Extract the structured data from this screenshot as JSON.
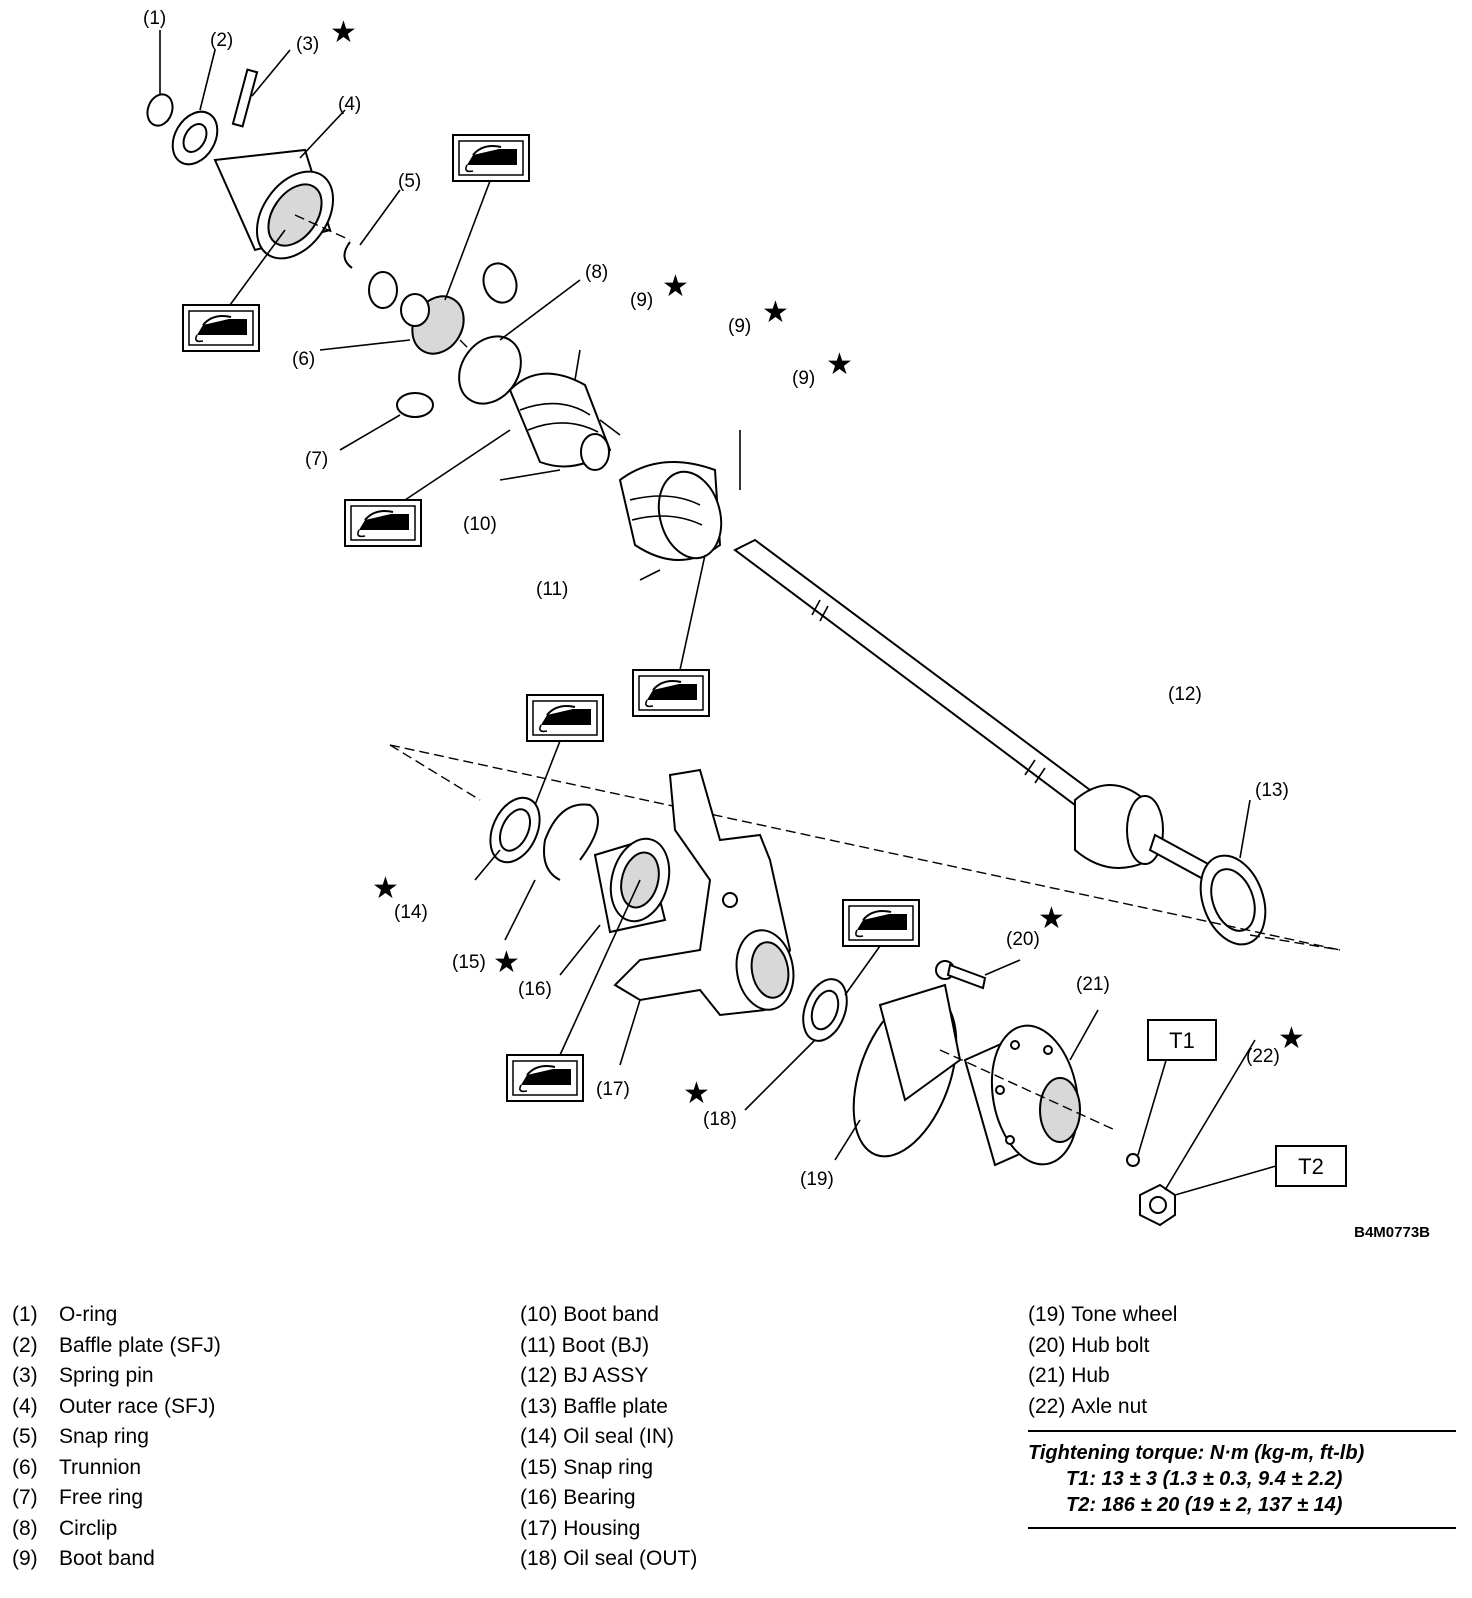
{
  "figure_code": "B4M0773B",
  "callouts": {
    "c1": "(1)",
    "c2": "(2)",
    "c3": "(3)",
    "c4": "(4)",
    "c5": "(5)",
    "c6": "(6)",
    "c7": "(7)",
    "c8": "(8)",
    "c9": "(9)",
    "c10": "(10)",
    "c11": "(11)",
    "c12": "(12)",
    "c13": "(13)",
    "c14": "(14)",
    "c15": "(15)",
    "c16": "(16)",
    "c17": "(17)",
    "c18": "(18)",
    "c19": "(19)",
    "c20": "(20)",
    "c21": "(21)",
    "c22": "(22)"
  },
  "torque_boxes": {
    "t1": "T1",
    "t2": "T2"
  },
  "legend": {
    "col1": [
      {
        "num": "(1)",
        "name": "O-ring"
      },
      {
        "num": "(2)",
        "name": "Baffle plate (SFJ)"
      },
      {
        "num": "(3)",
        "name": "Spring pin"
      },
      {
        "num": "(4)",
        "name": "Outer race (SFJ)"
      },
      {
        "num": "(5)",
        "name": "Snap ring"
      },
      {
        "num": "(6)",
        "name": "Trunnion"
      },
      {
        "num": "(7)",
        "name": "Free ring"
      },
      {
        "num": "(8)",
        "name": "Circlip"
      },
      {
        "num": "(9)",
        "name": "Boot band"
      }
    ],
    "col2": [
      {
        "num": "(10)",
        "name": "Boot band"
      },
      {
        "num": "(11)",
        "name": "Boot (BJ)"
      },
      {
        "num": "(12)",
        "name": "BJ ASSY"
      },
      {
        "num": "(13)",
        "name": "Baffle plate"
      },
      {
        "num": "(14)",
        "name": "Oil seal (IN)"
      },
      {
        "num": "(15)",
        "name": "Snap ring"
      },
      {
        "num": "(16)",
        "name": "Bearing"
      },
      {
        "num": "(17)",
        "name": "Housing"
      },
      {
        "num": "(18)",
        "name": "Oil seal (OUT)"
      }
    ],
    "col3": [
      {
        "num": "(19)",
        "name": "Tone wheel"
      },
      {
        "num": "(20)",
        "name": "Hub bolt"
      },
      {
        "num": "(21)",
        "name": "Hub"
      },
      {
        "num": "(22)",
        "name": "Axle nut"
      }
    ]
  },
  "torque": {
    "title": "Tightening torque: N·m (kg-m, ft-lb)",
    "t1": "T1: 13 ± 3 (1.3 ± 0.3, 9.4 ± 2.2)",
    "t2": "T2: 186 ± 20 (19 ± 2, 137 ± 14)"
  }
}
